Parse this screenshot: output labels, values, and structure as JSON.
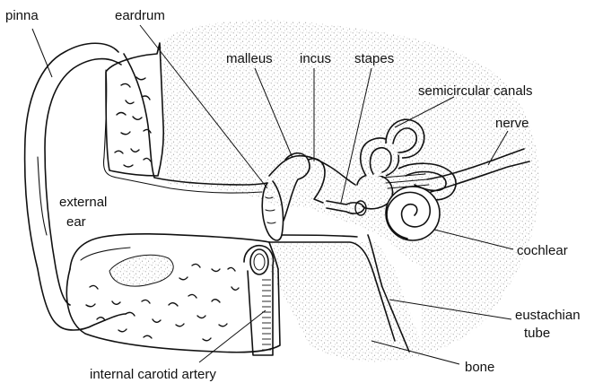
{
  "labels": {
    "pinna": "pinna",
    "eardrum": "eardrum",
    "malleus": "malleus",
    "incus": "incus",
    "stapes": "stapes",
    "semicircular_canals": "semicircular canals",
    "nerve": "nerve",
    "external_ear_1": "external",
    "external_ear_2": "ear",
    "cochlear": "cochlear",
    "eustachian_tube_1": "eustachian",
    "eustachian_tube_2": "tube",
    "bone": "bone",
    "internal_carotid_artery": "internal carotid artery"
  },
  "colors": {
    "ink": "#111111",
    "stipple": "#9a9a9a",
    "background": "#ffffff"
  }
}
